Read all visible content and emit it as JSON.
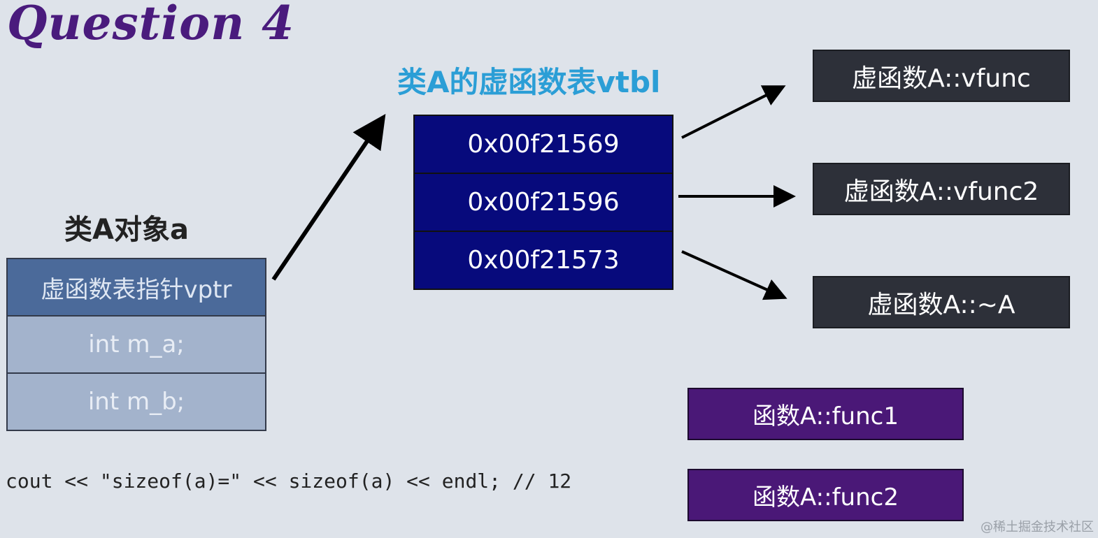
{
  "title": "Question 4",
  "vtbl_title": "类A的虚函数表vtbl",
  "object": {
    "title": "类A对象a",
    "rows": [
      "虚函数表指针vptr",
      "int m_a;",
      "int m_b;"
    ]
  },
  "vtbl": {
    "entries": [
      "0x00f21569",
      "0x00f21596",
      "0x00f21573"
    ]
  },
  "virtual_functions": [
    "虚函数A::vfunc",
    "虚函数A::vfunc2",
    "虚函数A::~A"
  ],
  "functions": [
    "函数A::func1",
    "函数A::func2"
  ],
  "code": "cout << \"sizeof(a)=\" << sizeof(a) << endl; // 12",
  "watermark": "@稀土掘金技术社区",
  "colors": {
    "background": "#dee3ea",
    "title": "#4a1b7d",
    "vtbl_title": "#2b9ed6",
    "vptr_cell": "#4b6a9a",
    "member_cell": "#a3b3cc",
    "vtbl_cell": "#070a7c",
    "virtual_function_box": "#2d3039",
    "function_box": "#4a1877"
  }
}
